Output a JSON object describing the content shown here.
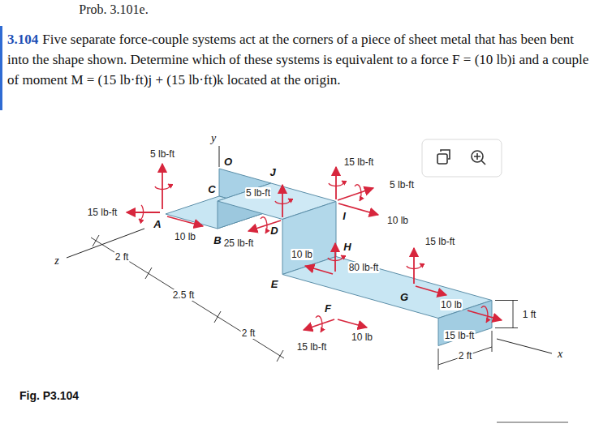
{
  "diagram": {
    "caption": "Fig. P3.104",
    "labels": [
      "Prob. 3.101e.",
      "3.104",
      "Five separate force-couple systems act at the corners of a piece of sheet metal that has been bent into the shape shown. Determine which of these systems is equivalent to a force F = (10 lb)i and a couple of moment M = (15 lb·ft)j + (15 lb·ft)k located at the origin.",
      "y",
      "5 lb-ft",
      "O",
      "J",
      "15 lb-ft",
      "C",
      "5 lb-ft",
      "5 lb-ft",
      "15 lb-ft",
      "A",
      "I",
      "10 lb",
      "10 lb",
      "D",
      "H",
      "15 lb-ft",
      "B",
      "z",
      "2 ft",
      "25 lb-ft",
      "10 lb",
      "80 lb-ft",
      "E",
      "G",
      "10 lb",
      "2.5 ft",
      "F",
      "1 ft",
      "10 lb",
      "15 lb-ft",
      "2 ft",
      "x",
      "15 lb-ft",
      "2 ft"
    ]
  }
}
